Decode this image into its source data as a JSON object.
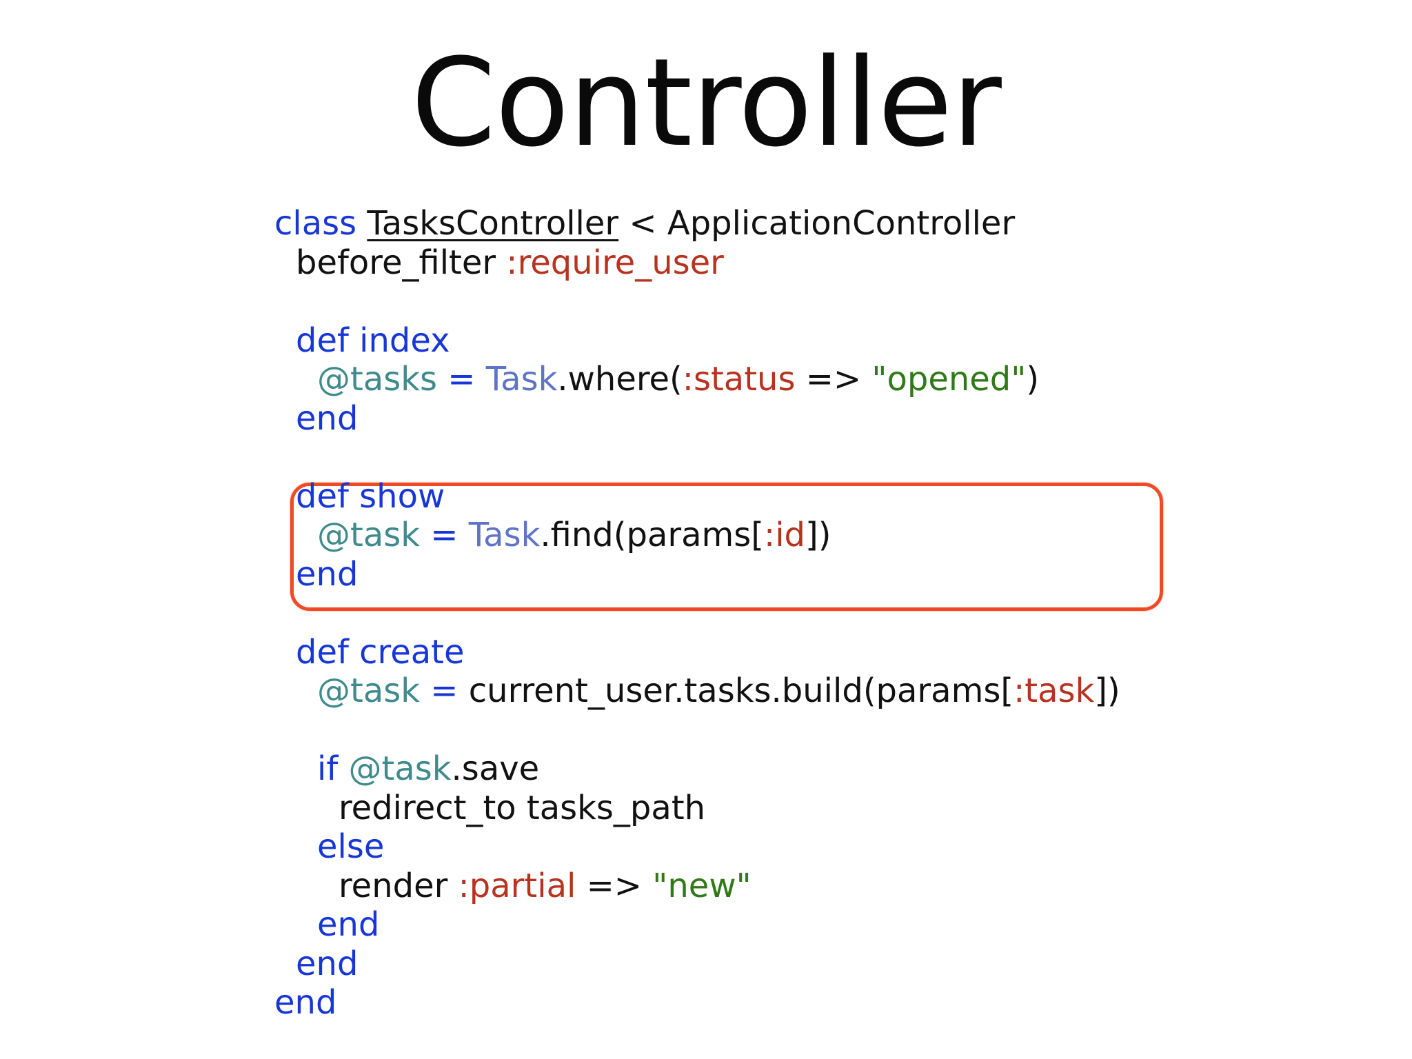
{
  "slide": {
    "title": "Controller"
  },
  "code": {
    "l1": {
      "a": "class",
      "b": "TasksController",
      "c": " < ApplicationController"
    },
    "l2": {
      "a": "before_filter ",
      "b": ":require_user"
    },
    "l4": {
      "a": "def index"
    },
    "l5": {
      "a": "@tasks",
      "b": " = ",
      "c": "Task",
      "d": ".where(",
      "e": ":status",
      "f": " => ",
      "g": "\"opened\"",
      "h": ")"
    },
    "l6": {
      "a": "end"
    },
    "l8": {
      "a": "def show"
    },
    "l9": {
      "a": "@task",
      "b": " = ",
      "c": "Task",
      "d": ".find(params[",
      "e": ":id",
      "f": "])"
    },
    "l10": {
      "a": "end"
    },
    "l12": {
      "a": "def create"
    },
    "l13": {
      "a": "@task",
      "b": " = ",
      "c": "current_user.tasks.build(params[",
      "d": ":task",
      "e": "])"
    },
    "l15": {
      "a": "if ",
      "b": "@task",
      "c": ".save"
    },
    "l16": {
      "a": "redirect_to tasks_path"
    },
    "l17": {
      "a": "else"
    },
    "l18": {
      "a": "render ",
      "b": ":partial",
      "c": " => ",
      "d": "\"new\""
    },
    "l19": {
      "a": "end"
    },
    "l20": {
      "a": "end"
    },
    "l21": {
      "a": "end"
    }
  },
  "colors": {
    "keyword": "#1736d8",
    "symbol": "#b8331f",
    "string": "#2f7a17",
    "instance_variable": "#3f8a8c",
    "constant": "#5f73c8",
    "highlight": "#f04a25"
  }
}
